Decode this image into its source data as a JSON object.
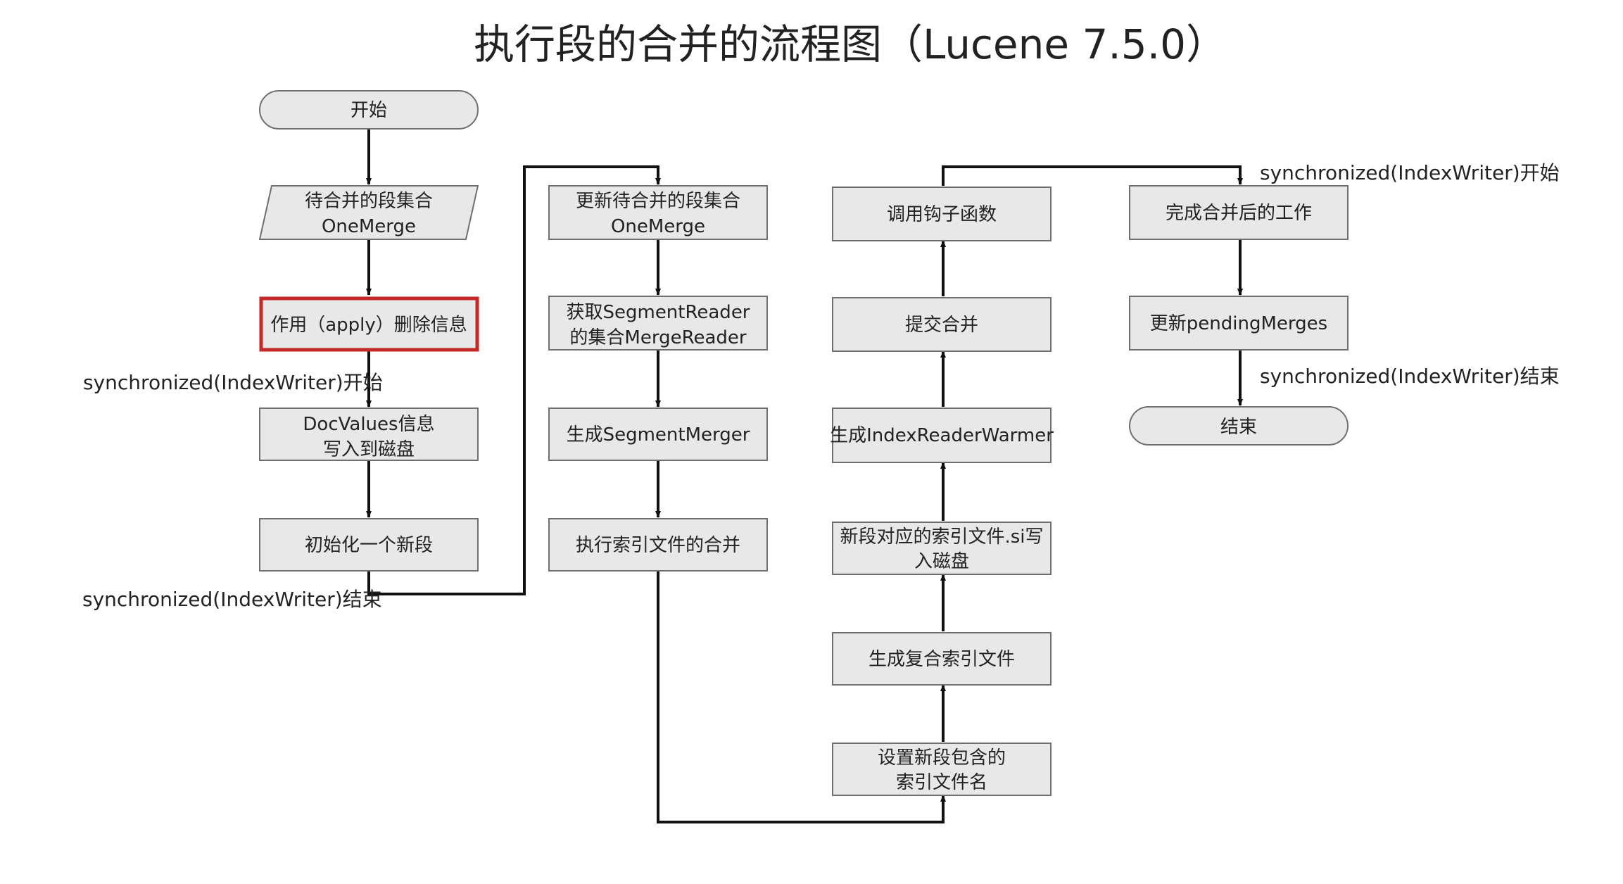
{
  "title": "执行段的合并的流程图（Lucene 7.5.0）",
  "colors": {
    "node_fill": "#e8e8e8",
    "node_border": "#6f6f6f",
    "highlight_border": "#c62828",
    "edge": "#111111"
  },
  "nodes": {
    "start": {
      "lines": [
        "开始"
      ]
    },
    "pending_set": {
      "lines": [
        "待合并的段集合",
        "OneMerge"
      ]
    },
    "apply_deletes": {
      "lines": [
        "作用（apply）删除信息"
      ]
    },
    "docvalues_write": {
      "lines": [
        "DocValues信息",
        "写入到磁盘"
      ]
    },
    "init_segment": {
      "lines": [
        "初始化一个新段"
      ]
    },
    "update_pending_set": {
      "lines": [
        "更新待合并的段集合",
        "OneMerge"
      ]
    },
    "get_segment_reader": {
      "lines": [
        "获取SegmentReader",
        "的集合MergeReader"
      ]
    },
    "gen_segment_merger": {
      "lines": [
        "生成SegmentMerger"
      ]
    },
    "merge_index_files": {
      "lines": [
        "执行索引文件的合并"
      ]
    },
    "set_file_names": {
      "lines": [
        "设置新段包含的",
        "索引文件名"
      ]
    },
    "gen_compound_file": {
      "lines": [
        "生成复合索引文件"
      ]
    },
    "write_si": {
      "lines": [
        "新段对应的索引文件.si写",
        "入磁盘"
      ]
    },
    "gen_reader_warmer": {
      "lines": [
        "生成IndexReaderWarmer"
      ]
    },
    "commit_merge": {
      "lines": [
        "提交合并"
      ]
    },
    "call_hook": {
      "lines": [
        "调用钩子函数"
      ]
    },
    "finish_work": {
      "lines": [
        "完成合并后的工作"
      ]
    },
    "update_pending_merges": {
      "lines": [
        "更新pendingMerges"
      ]
    },
    "end": {
      "lines": [
        "结束"
      ]
    }
  },
  "labels": {
    "sync_start_1": "synchronized(IndexWriter)开始",
    "sync_end_1": "synchronized(IndexWriter)结束",
    "sync_start_2": "synchronized(IndexWriter)开始",
    "sync_end_2": "synchronized(IndexWriter)结束"
  }
}
